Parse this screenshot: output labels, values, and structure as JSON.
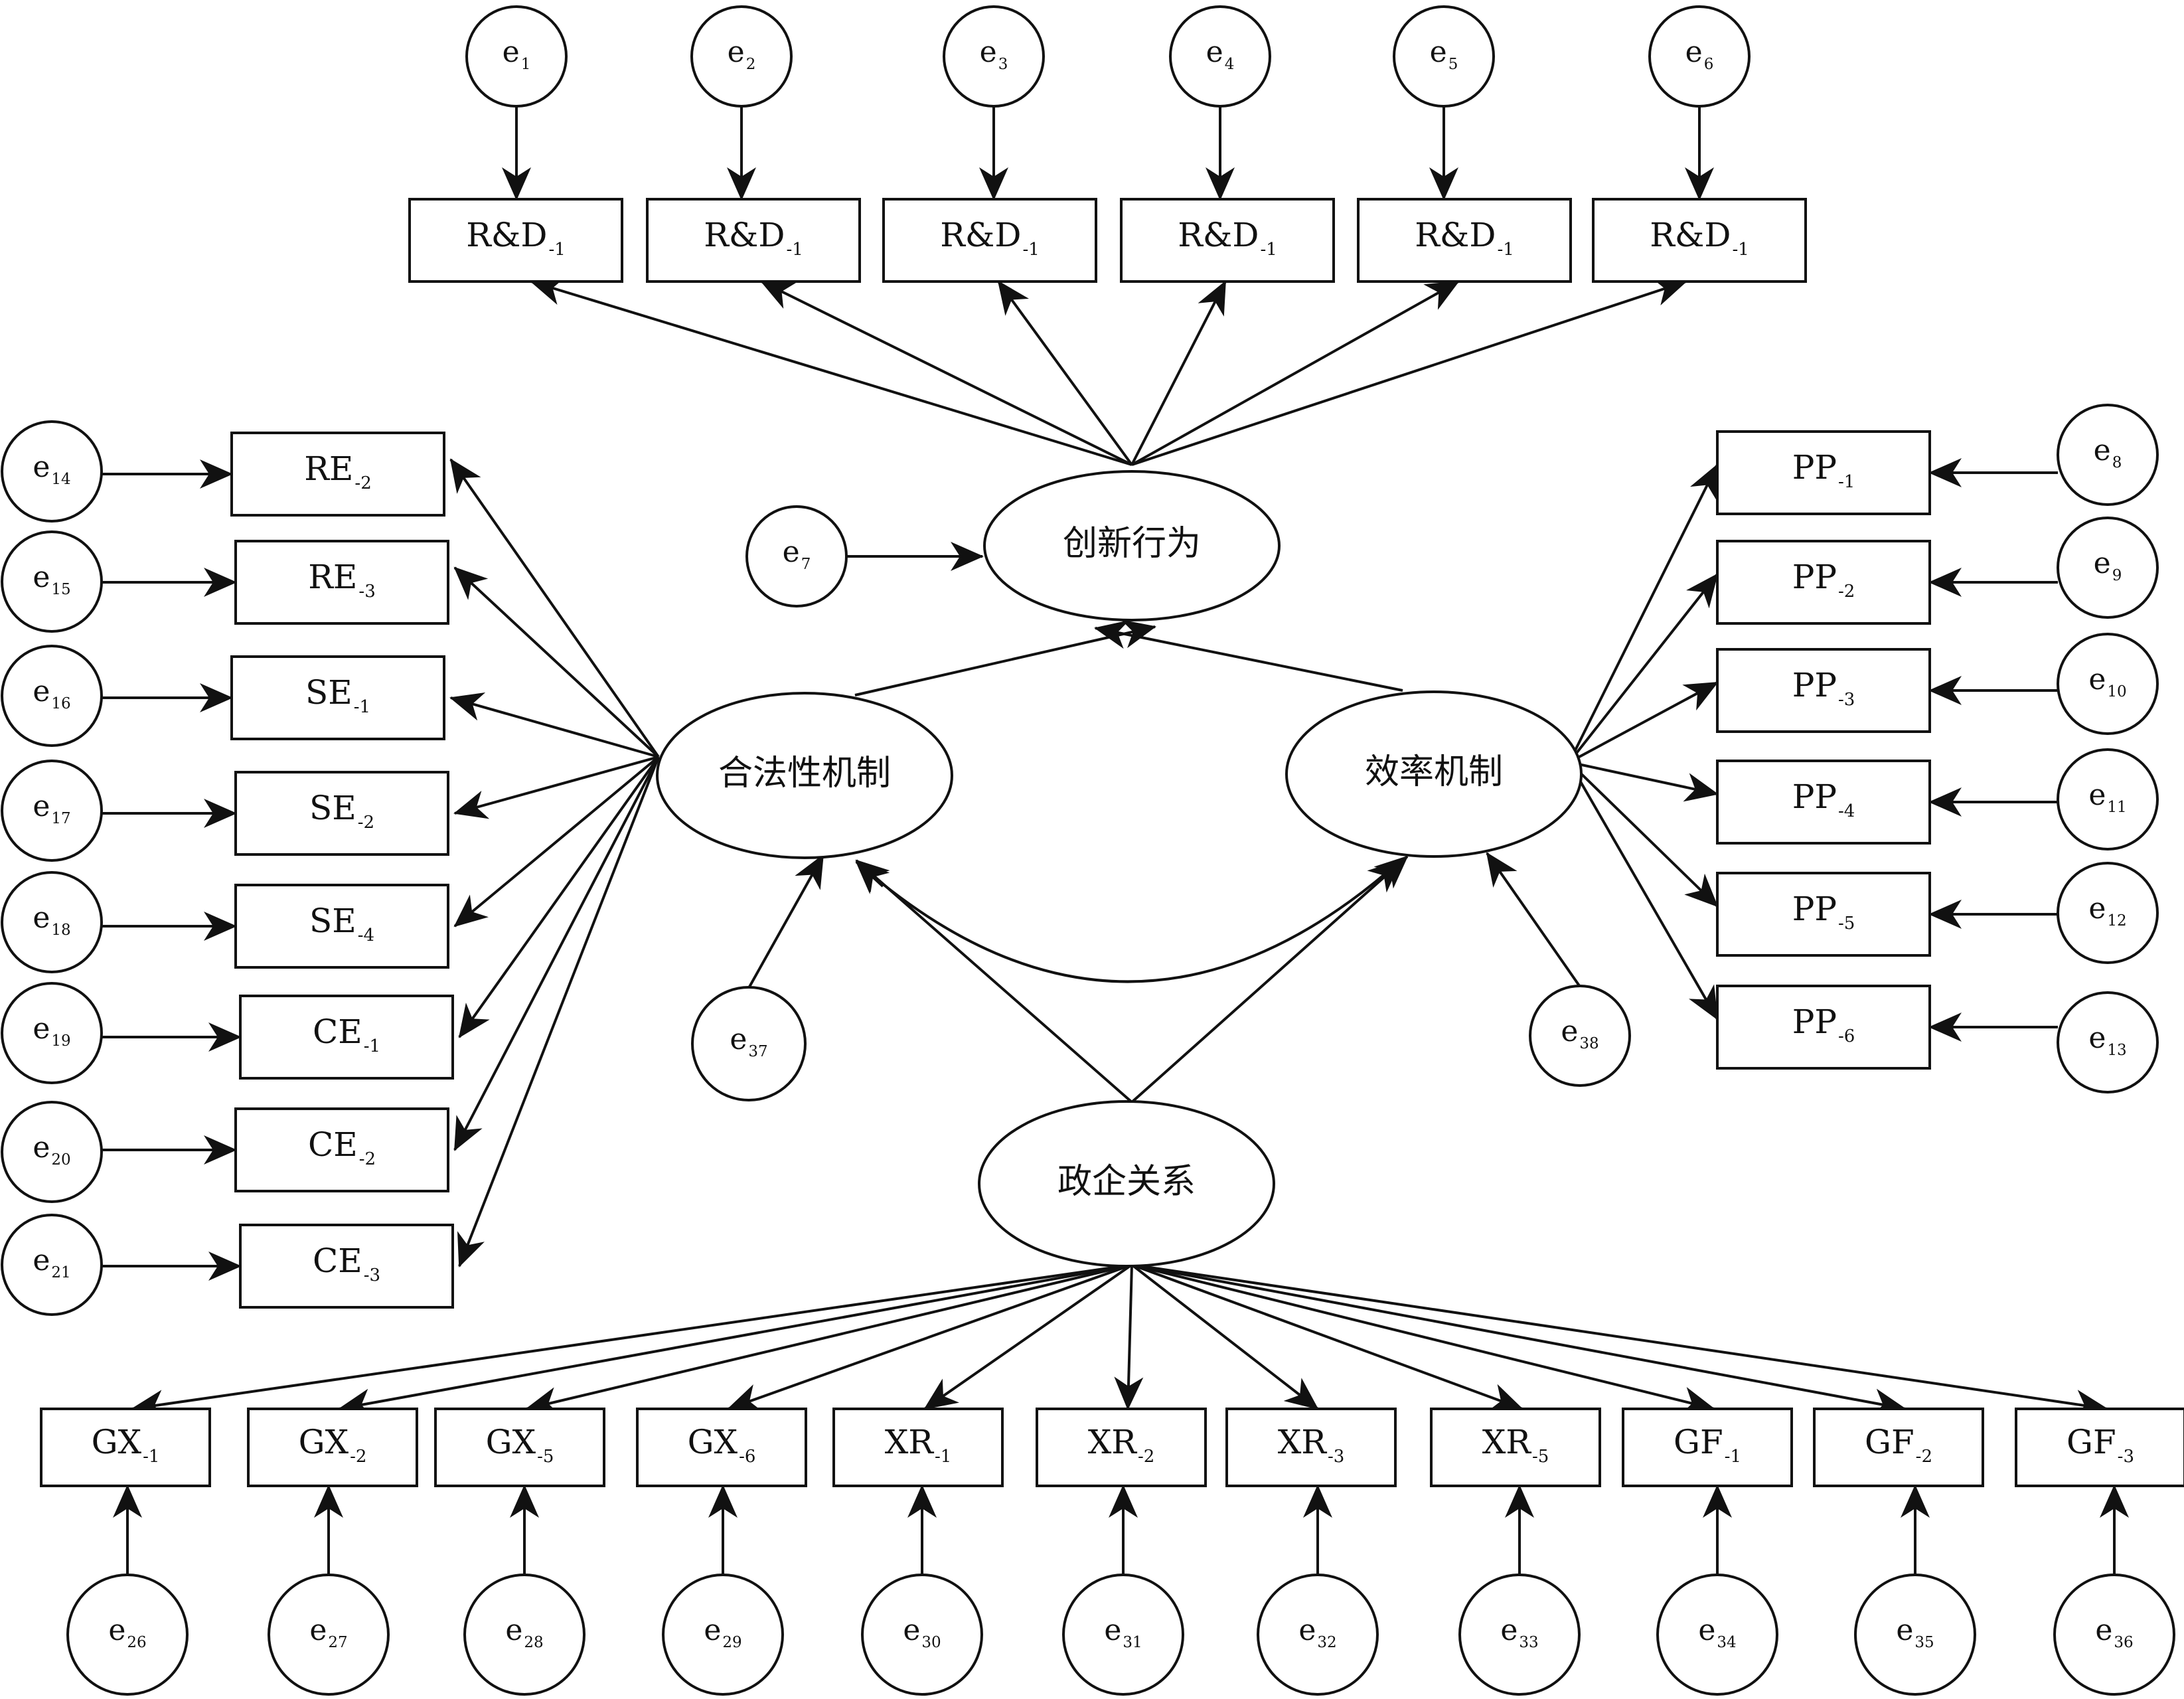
{
  "diagram": {
    "latents": [
      {
        "id": "cx",
        "label": "创新行为"
      },
      {
        "id": "hf",
        "label": "合法性机制"
      },
      {
        "id": "xl",
        "label": "效率机制"
      },
      {
        "id": "zq",
        "label": "政企关系"
      }
    ],
    "indicators": {
      "top": [
        {
          "label": "R&D",
          "sub": "-1",
          "error": {
            "label": "e",
            "sub": "1"
          }
        },
        {
          "label": "R&D",
          "sub": "-1",
          "error": {
            "label": "e",
            "sub": "2"
          }
        },
        {
          "label": "R&D",
          "sub": "-1",
          "error": {
            "label": "e",
            "sub": "3"
          }
        },
        {
          "label": "R&D",
          "sub": "-1",
          "error": {
            "label": "e",
            "sub": "4"
          }
        },
        {
          "label": "R&D",
          "sub": "-1",
          "error": {
            "label": "e",
            "sub": "5"
          }
        },
        {
          "label": "R&D",
          "sub": "-1",
          "error": {
            "label": "e",
            "sub": "6"
          }
        }
      ],
      "left": [
        {
          "label": "RE",
          "sub": "-2",
          "error": {
            "label": "e",
            "sub": "14"
          }
        },
        {
          "label": "RE",
          "sub": "-3",
          "error": {
            "label": "e",
            "sub": "15"
          }
        },
        {
          "label": "SE",
          "sub": "-1",
          "error": {
            "label": "e",
            "sub": "16"
          }
        },
        {
          "label": "SE",
          "sub": "-2",
          "error": {
            "label": "e",
            "sub": "17"
          }
        },
        {
          "label": "SE",
          "sub": "-4",
          "error": {
            "label": "e",
            "sub": "18"
          }
        },
        {
          "label": "CE",
          "sub": "-1",
          "error": {
            "label": "e",
            "sub": "19"
          }
        },
        {
          "label": "CE",
          "sub": "-2",
          "error": {
            "label": "e",
            "sub": "20"
          }
        },
        {
          "label": "CE",
          "sub": "-3",
          "error": {
            "label": "e",
            "sub": "21"
          }
        }
      ],
      "right": [
        {
          "label": "PP",
          "sub": "-1",
          "error": {
            "label": "e",
            "sub": "8"
          }
        },
        {
          "label": "PP",
          "sub": "-2",
          "error": {
            "label": "e",
            "sub": "9"
          }
        },
        {
          "label": "PP",
          "sub": "-3",
          "error": {
            "label": "e",
            "sub": "10"
          }
        },
        {
          "label": "PP",
          "sub": "-4",
          "error": {
            "label": "e",
            "sub": "11"
          }
        },
        {
          "label": "PP",
          "sub": "-5",
          "error": {
            "label": "e",
            "sub": "12"
          }
        },
        {
          "label": "PP",
          "sub": "-6",
          "error": {
            "label": "e",
            "sub": "13"
          }
        }
      ],
      "bottom": [
        {
          "label": "GX",
          "sub": "-1",
          "error": {
            "label": "e",
            "sub": "26"
          }
        },
        {
          "label": "GX",
          "sub": "-2",
          "error": {
            "label": "e",
            "sub": "27"
          }
        },
        {
          "label": "GX",
          "sub": "-5",
          "error": {
            "label": "e",
            "sub": "28"
          }
        },
        {
          "label": "GX",
          "sub": "-6",
          "error": {
            "label": "e",
            "sub": "29"
          }
        },
        {
          "label": "XR",
          "sub": "-1",
          "error": {
            "label": "e",
            "sub": "30"
          }
        },
        {
          "label": "XR",
          "sub": "-2",
          "error": {
            "label": "e",
            "sub": "31"
          }
        },
        {
          "label": "XR",
          "sub": "-3",
          "error": {
            "label": "e",
            "sub": "32"
          }
        },
        {
          "label": "XR",
          "sub": "-5",
          "error": {
            "label": "e",
            "sub": "33"
          }
        },
        {
          "label": "GF",
          "sub": "-1",
          "error": {
            "label": "e",
            "sub": "34"
          }
        },
        {
          "label": "GF",
          "sub": "-2",
          "error": {
            "label": "e",
            "sub": "35"
          }
        },
        {
          "label": "GF",
          "sub": "-3",
          "error": {
            "label": "e",
            "sub": "36"
          }
        }
      ]
    },
    "structural_errors": [
      {
        "label": "e",
        "sub": "7",
        "target": "cx"
      },
      {
        "label": "e",
        "sub": "37",
        "target": "hf"
      },
      {
        "label": "e",
        "sub": "38",
        "target": "xl"
      }
    ],
    "paths": [
      {
        "from": "hf",
        "to": "cx"
      },
      {
        "from": "xl",
        "to": "cx"
      },
      {
        "from": "zq",
        "to": "hf"
      },
      {
        "from": "zq",
        "to": "xl"
      }
    ],
    "covariances": [
      {
        "between": [
          "hf",
          "xl"
        ]
      }
    ],
    "line_color": "#111111",
    "background": "#ffffff"
  }
}
